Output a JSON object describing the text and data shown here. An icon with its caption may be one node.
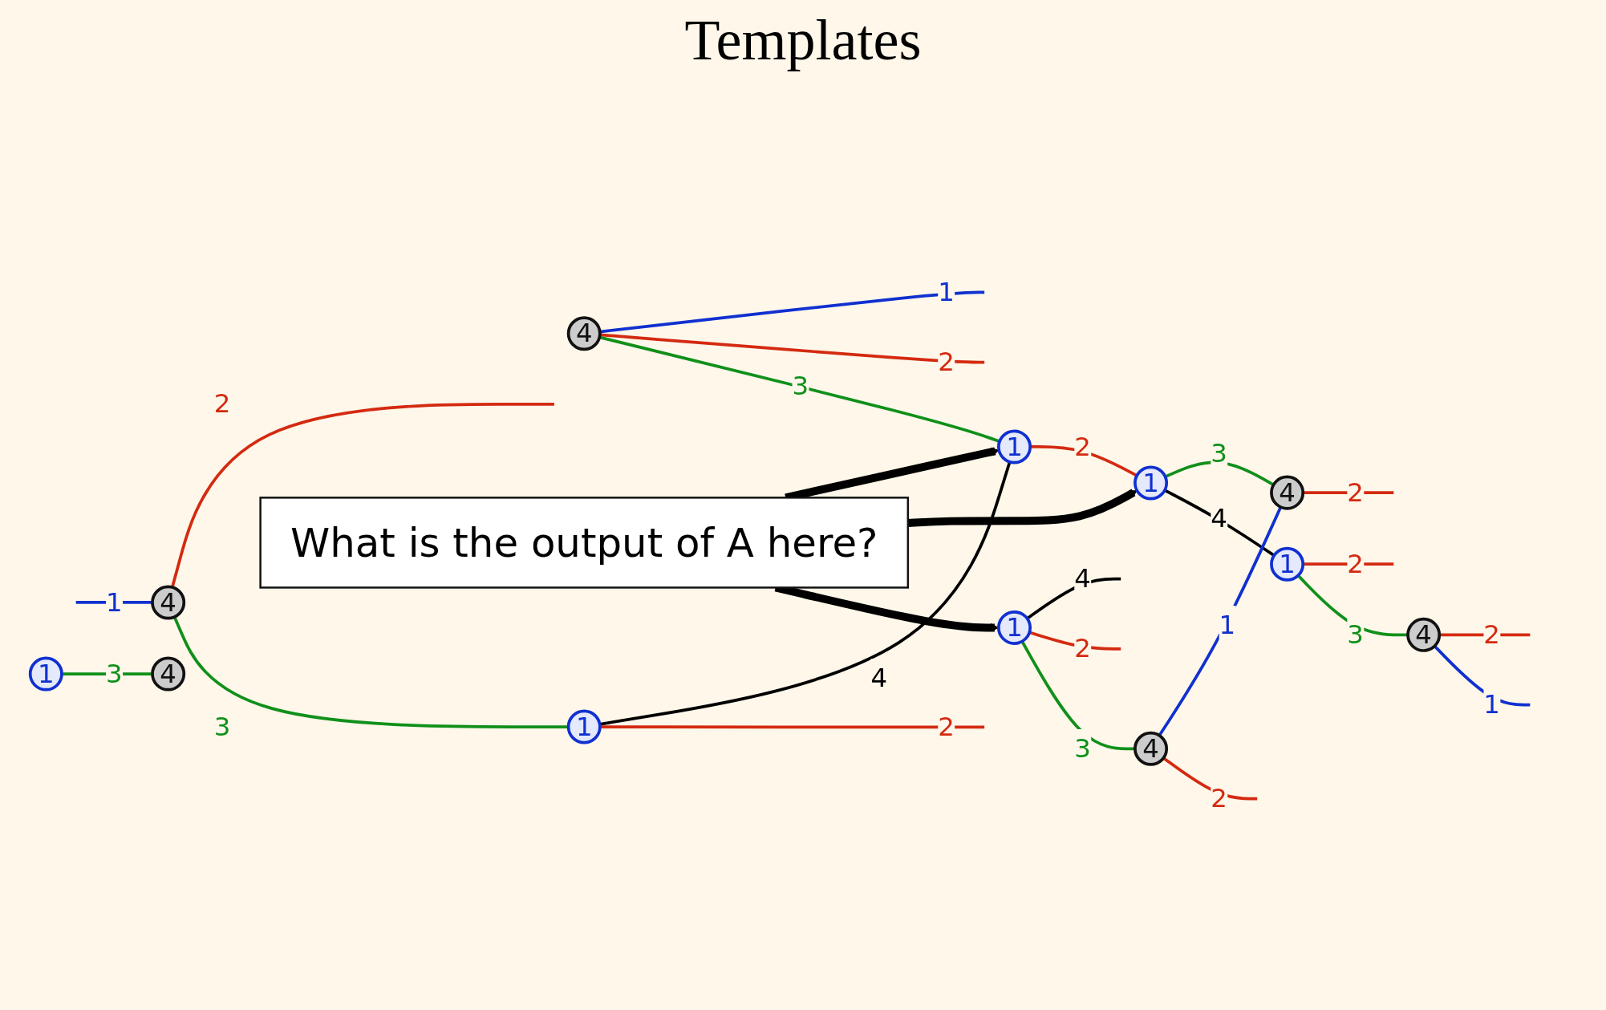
{
  "diagram": {
    "title": "Templates",
    "nodes": [
      {
        "text": [
          "4"
        ]
      },
      {
        "text": [
          "4"
        ]
      },
      {
        "text": [
          "1"
        ]
      },
      {
        "text": [
          "1"
        ]
      },
      {
        "text": [
          "What is the output of A here?"
        ]
      },
      {
        "text": [
          "1"
        ]
      },
      {
        "text": [
          "1"
        ]
      },
      {
        "text": [
          "1"
        ]
      },
      {
        "text": [
          "4"
        ]
      },
      {
        "text": [
          "4"
        ]
      },
      {
        "text": [
          "1"
        ]
      },
      {
        "text": [
          "4"
        ]
      },
      {
        "text": [
          "4"
        ]
      }
    ],
    "edges": [
      {
        "from": null,
        "to": 0,
        "arrow": "none",
        "label": "1",
        "color": "#1030d0"
      },
      {
        "from": 0,
        "to": null,
        "arrow": "none",
        "label": "2",
        "color": "#d42a10"
      },
      {
        "from": 0,
        "to": 2,
        "arrow": "none",
        "label": "3",
        "color": "#10901a"
      },
      {
        "from": 1,
        "to": null,
        "arrow": "none",
        "label": "1",
        "color": "#1030d0"
      },
      {
        "from": 1,
        "to": null,
        "arrow": "none",
        "label": "2",
        "color": "#d42a10"
      },
      {
        "from": 1,
        "to": 3,
        "arrow": "none",
        "label": "3",
        "color": "#10901a"
      },
      {
        "from": 2,
        "to": 3,
        "arrow": "none",
        "label": "4",
        "color": "#000000"
      },
      {
        "from": 2,
        "to": null,
        "arrow": "none",
        "label": "2",
        "color": "#d42a10"
      },
      {
        "from": 3,
        "to": 6,
        "arrow": "none",
        "label": "2",
        "color": "#d42a10"
      },
      {
        "from": 4,
        "to": 3,
        "arrow": "to",
        "style": "thick",
        "color": "#000000"
      },
      {
        "from": 4,
        "to": 6,
        "arrow": "to",
        "style": "thick",
        "color": "#000000"
      },
      {
        "from": 4,
        "to": 7,
        "arrow": "to",
        "style": "thick",
        "color": "#000000"
      },
      {
        "from": 5,
        "to": 11,
        "arrow": "none",
        "label": "3",
        "color": "#10901a"
      },
      {
        "from": 6,
        "to": 8,
        "arrow": "none",
        "label": "3",
        "color": "#10901a"
      },
      {
        "from": 6,
        "to": 10,
        "arrow": "none",
        "label": "4",
        "color": "#000000"
      },
      {
        "from": 7,
        "to": null,
        "arrow": "none",
        "label": "4",
        "color": "#000000"
      },
      {
        "from": 7,
        "to": null,
        "arrow": "none",
        "label": "2",
        "color": "#d42a10"
      },
      {
        "from": 7,
        "to": 9,
        "arrow": "none",
        "label": "3",
        "color": "#10901a"
      },
      {
        "from": 9,
        "to": 8,
        "arrow": "none",
        "label": "1",
        "color": "#1030d0"
      },
      {
        "from": 9,
        "to": null,
        "arrow": "none",
        "label": "2",
        "color": "#d42a10"
      },
      {
        "from": 8,
        "to": null,
        "arrow": "none",
        "label": "2",
        "color": "#d42a10"
      },
      {
        "from": 10,
        "to": null,
        "arrow": "none",
        "label": "2",
        "color": "#d42a10"
      },
      {
        "from": 10,
        "to": 12,
        "arrow": "none",
        "label": "3",
        "color": "#10901a"
      },
      {
        "from": 12,
        "to": null,
        "arrow": "none",
        "label": "2",
        "color": "#d42a10"
      },
      {
        "from": 12,
        "to": null,
        "arrow": "none",
        "label": "1",
        "color": "#1030d0"
      }
    ]
  }
}
